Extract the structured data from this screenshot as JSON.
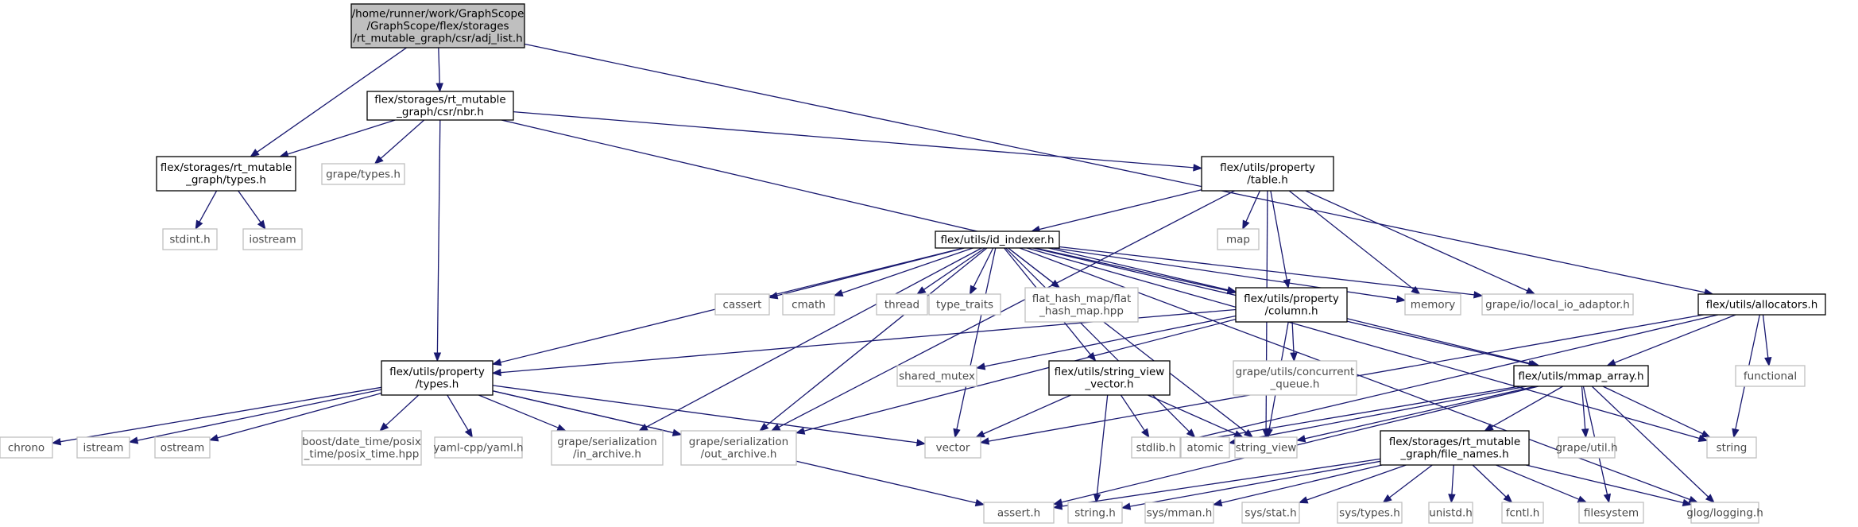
{
  "nodes": [
    {
      "id": "adj",
      "lines": [
        "/home/runner/work/GraphScope",
        "/GraphScope/flex/storages",
        "/rt_mutable_graph/csr/adj_list.h"
      ],
      "kind": "root"
    },
    {
      "id": "nbr",
      "lines": [
        "flex/storages/rt_mutable",
        "_graph/csr/nbr.h"
      ],
      "kind": "internal"
    },
    {
      "id": "rtypes",
      "lines": [
        "flex/storages/rt_mutable",
        "_graph/types.h"
      ],
      "kind": "internal"
    },
    {
      "id": "grape_types",
      "lines": [
        "grape/types.h"
      ],
      "kind": "external"
    },
    {
      "id": "table",
      "lines": [
        "flex/utils/property",
        "/table.h"
      ],
      "kind": "internal"
    },
    {
      "id": "stdint",
      "lines": [
        "stdint.h"
      ],
      "kind": "external"
    },
    {
      "id": "iostream",
      "lines": [
        "iostream"
      ],
      "kind": "external"
    },
    {
      "id": "map",
      "lines": [
        "map"
      ],
      "kind": "external"
    },
    {
      "id": "idx",
      "lines": [
        "flex/utils/id_indexer.h"
      ],
      "kind": "internal"
    },
    {
      "id": "cassert",
      "lines": [
        "cassert"
      ],
      "kind": "external"
    },
    {
      "id": "cmath",
      "lines": [
        "cmath"
      ],
      "kind": "external"
    },
    {
      "id": "thread",
      "lines": [
        "thread"
      ],
      "kind": "external"
    },
    {
      "id": "type_traits",
      "lines": [
        "type_traits"
      ],
      "kind": "external"
    },
    {
      "id": "flathash",
      "lines": [
        "flat_hash_map/flat",
        "_hash_map.hpp"
      ],
      "kind": "external"
    },
    {
      "id": "column",
      "lines": [
        "flex/utils/property",
        "/column.h"
      ],
      "kind": "internal"
    },
    {
      "id": "memory",
      "lines": [
        "memory"
      ],
      "kind": "external"
    },
    {
      "id": "localio",
      "lines": [
        "grape/io/local_io_adaptor.h"
      ],
      "kind": "external"
    },
    {
      "id": "alloc",
      "lines": [
        "flex/utils/allocators.h"
      ],
      "kind": "internal"
    },
    {
      "id": "ptypes",
      "lines": [
        "flex/utils/property",
        "/types.h"
      ],
      "kind": "internal"
    },
    {
      "id": "shared_mutex",
      "lines": [
        "shared_mutex"
      ],
      "kind": "external"
    },
    {
      "id": "svv",
      "lines": [
        "flex/utils/string_view",
        "_vector.h"
      ],
      "kind": "internal"
    },
    {
      "id": "cqueue",
      "lines": [
        "grape/utils/concurrent",
        "_queue.h"
      ],
      "kind": "external"
    },
    {
      "id": "mmap",
      "lines": [
        "flex/utils/mmap_array.h"
      ],
      "kind": "internal"
    },
    {
      "id": "functional",
      "lines": [
        "functional"
      ],
      "kind": "external"
    },
    {
      "id": "chrono",
      "lines": [
        "chrono"
      ],
      "kind": "external"
    },
    {
      "id": "istream",
      "lines": [
        "istream"
      ],
      "kind": "external"
    },
    {
      "id": "ostream",
      "lines": [
        "ostream"
      ],
      "kind": "external"
    },
    {
      "id": "posix",
      "lines": [
        "boost/date_time/posix",
        "_time/posix_time.hpp"
      ],
      "kind": "external"
    },
    {
      "id": "yaml",
      "lines": [
        "yaml-cpp/yaml.h"
      ],
      "kind": "external"
    },
    {
      "id": "inarch",
      "lines": [
        "grape/serialization",
        "/in_archive.h"
      ],
      "kind": "external"
    },
    {
      "id": "outarch",
      "lines": [
        "grape/serialization",
        "/out_archive.h"
      ],
      "kind": "external"
    },
    {
      "id": "vector",
      "lines": [
        "vector"
      ],
      "kind": "external"
    },
    {
      "id": "stdlib",
      "lines": [
        "stdlib.h"
      ],
      "kind": "external"
    },
    {
      "id": "atomic",
      "lines": [
        "atomic"
      ],
      "kind": "external"
    },
    {
      "id": "string_view",
      "lines": [
        "string_view"
      ],
      "kind": "external"
    },
    {
      "id": "fnames",
      "lines": [
        "flex/storages/rt_mutable",
        "_graph/file_names.h"
      ],
      "kind": "internal"
    },
    {
      "id": "gutil",
      "lines": [
        "grape/util.h"
      ],
      "kind": "external"
    },
    {
      "id": "string",
      "lines": [
        "string"
      ],
      "kind": "external"
    },
    {
      "id": "assert",
      "lines": [
        "assert.h"
      ],
      "kind": "external"
    },
    {
      "id": "string_h",
      "lines": [
        "string.h"
      ],
      "kind": "external"
    },
    {
      "id": "mman",
      "lines": [
        "sys/mman.h"
      ],
      "kind": "external"
    },
    {
      "id": "stat",
      "lines": [
        "sys/stat.h"
      ],
      "kind": "external"
    },
    {
      "id": "systypes",
      "lines": [
        "sys/types.h"
      ],
      "kind": "external"
    },
    {
      "id": "unistd",
      "lines": [
        "unistd.h"
      ],
      "kind": "external"
    },
    {
      "id": "fcntl",
      "lines": [
        "fcntl.h"
      ],
      "kind": "external"
    },
    {
      "id": "filesystem",
      "lines": [
        "filesystem"
      ],
      "kind": "external"
    },
    {
      "id": "glog",
      "lines": [
        "glog/logging.h"
      ],
      "kind": "external"
    }
  ],
  "edges": [
    [
      "adj",
      "nbr"
    ],
    [
      "adj",
      "rtypes"
    ],
    [
      "adj",
      "alloc"
    ],
    [
      "nbr",
      "rtypes"
    ],
    [
      "nbr",
      "grape_types"
    ],
    [
      "nbr",
      "table"
    ],
    [
      "nbr",
      "ptypes"
    ],
    [
      "nbr",
      "column"
    ],
    [
      "rtypes",
      "stdint"
    ],
    [
      "rtypes",
      "iostream"
    ],
    [
      "table",
      "map"
    ],
    [
      "table",
      "idx"
    ],
    [
      "table",
      "column"
    ],
    [
      "table",
      "memory"
    ],
    [
      "table",
      "localio"
    ],
    [
      "table",
      "string_view"
    ],
    [
      "table",
      "outarch"
    ],
    [
      "idx",
      "cassert"
    ],
    [
      "idx",
      "cmath"
    ],
    [
      "idx",
      "thread"
    ],
    [
      "idx",
      "type_traits"
    ],
    [
      "idx",
      "flathash"
    ],
    [
      "idx",
      "column"
    ],
    [
      "idx",
      "memory"
    ],
    [
      "idx",
      "localio"
    ],
    [
      "idx",
      "ptypes"
    ],
    [
      "idx",
      "svv"
    ],
    [
      "idx",
      "mmap"
    ],
    [
      "idx",
      "inarch"
    ],
    [
      "idx",
      "outarch"
    ],
    [
      "idx",
      "vector"
    ],
    [
      "idx",
      "atomic"
    ],
    [
      "idx",
      "string_view"
    ],
    [
      "idx",
      "string"
    ],
    [
      "idx",
      "glog"
    ],
    [
      "column",
      "ptypes"
    ],
    [
      "column",
      "shared_mutex"
    ],
    [
      "column",
      "cqueue"
    ],
    [
      "column",
      "mmap"
    ],
    [
      "column",
      "string_view"
    ],
    [
      "column",
      "outarch"
    ],
    [
      "alloc",
      "functional"
    ],
    [
      "alloc",
      "string"
    ],
    [
      "alloc",
      "mmap"
    ],
    [
      "alloc",
      "vector"
    ],
    [
      "alloc",
      "stdlib"
    ],
    [
      "ptypes",
      "chrono"
    ],
    [
      "ptypes",
      "istream"
    ],
    [
      "ptypes",
      "ostream"
    ],
    [
      "ptypes",
      "posix"
    ],
    [
      "ptypes",
      "yaml"
    ],
    [
      "ptypes",
      "inarch"
    ],
    [
      "ptypes",
      "outarch"
    ],
    [
      "ptypes",
      "vector"
    ],
    [
      "ptypes",
      "assert"
    ],
    [
      "svv",
      "vector"
    ],
    [
      "svv",
      "stdlib"
    ],
    [
      "svv",
      "string_view"
    ],
    [
      "svv",
      "string_h"
    ],
    [
      "mmap",
      "fnames"
    ],
    [
      "mmap",
      "gutil"
    ],
    [
      "mmap",
      "string"
    ],
    [
      "mmap",
      "filesystem"
    ],
    [
      "mmap",
      "glog"
    ],
    [
      "mmap",
      "atomic"
    ],
    [
      "mmap",
      "string_view"
    ],
    [
      "mmap",
      "assert"
    ],
    [
      "mmap",
      "stdlib"
    ],
    [
      "fnames",
      "assert"
    ],
    [
      "fnames",
      "string_h"
    ],
    [
      "fnames",
      "mman"
    ],
    [
      "fnames",
      "stat"
    ],
    [
      "fnames",
      "systypes"
    ],
    [
      "fnames",
      "unistd"
    ],
    [
      "fnames",
      "fcntl"
    ],
    [
      "fnames",
      "filesystem"
    ],
    [
      "fnames",
      "glog"
    ]
  ],
  "colors": {
    "edge": "#191970",
    "root_fill": "#bfbfbf",
    "internal_border": "#000000",
    "external_border": "#bfbfbf",
    "background": "#ffffff"
  }
}
